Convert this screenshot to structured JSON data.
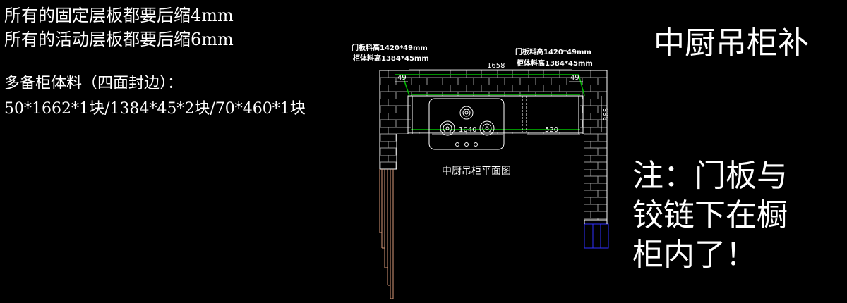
{
  "notes": {
    "line1": "所有的固定层板都要后缩4mm",
    "line2": "所有的活动层板都要后缩6mm",
    "line3": "多备柜体料（四面封边）：",
    "line4": "50*1662*1块/1384*45*2块/70*460*1块"
  },
  "title": "中厨吊柜补",
  "warning": {
    "line1": "注：门板与",
    "line2": "铰链下在橱",
    "line3": "柜内了！"
  },
  "drawing": {
    "left_door_label": "门板料高1420*49mm",
    "left_body_label": "柜体料高1384*45mm",
    "right_door_label": "门板料高1420*49mm",
    "right_body_label": "柜体料高1384*45mm",
    "dim_top": "1658",
    "dim_left_49": "49",
    "dim_right_49": "49",
    "dim_1040": "1040",
    "dim_520": "520",
    "dim_365": "365",
    "caption": "中厨吊柜平面图"
  },
  "colors": {
    "background": "#000000",
    "outline": "#ffffff",
    "door_green": "#00c000",
    "left_cabinet": "#d89878",
    "right_cabinet": "#3030ff"
  }
}
